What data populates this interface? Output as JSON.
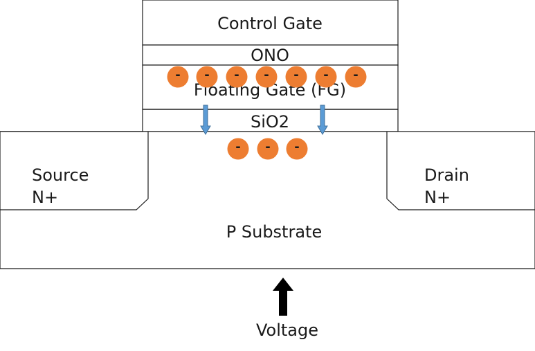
{
  "gate_stack": {
    "control_gate": "Control Gate",
    "ono": "ONO",
    "floating_gate": "Floating Gate (FG)",
    "tunnel_oxide": "SiO2"
  },
  "source": {
    "name": "Source",
    "doping": "N+"
  },
  "drain": {
    "name": "Drain",
    "doping": "N+"
  },
  "substrate": "P Substrate",
  "voltage": "Voltage",
  "electron_symbol": "-",
  "colors": {
    "electron": "#ed7d31",
    "tunneling_arrow": "#5b9bd5",
    "voltage_arrow": "#000000",
    "outline": "#1a1a1a"
  }
}
